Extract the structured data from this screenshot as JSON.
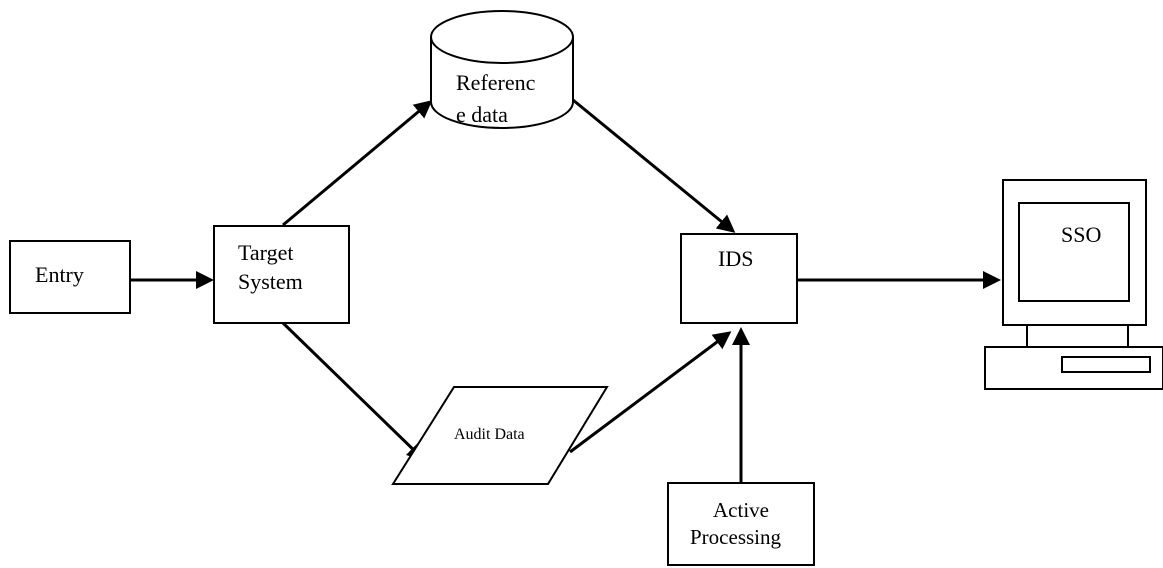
{
  "diagram": {
    "nodes": {
      "entry": {
        "label": "Entry"
      },
      "target_system": {
        "line1": "Target",
        "line2": "System"
      },
      "reference_data": {
        "line1": "Referenc",
        "line2": "e data"
      },
      "audit_data": {
        "label": "Audit Data"
      },
      "ids": {
        "label": "IDS"
      },
      "active_processing": {
        "line1": "Active",
        "line2": "Processing"
      },
      "sso": {
        "label": "SSO"
      }
    },
    "edges": [
      {
        "from": "Entry",
        "to": "Target System"
      },
      {
        "from": "Target System",
        "to": "Reference data"
      },
      {
        "from": "Target System",
        "to": "Audit Data"
      },
      {
        "from": "Reference data",
        "to": "IDS"
      },
      {
        "from": "Audit Data",
        "to": "IDS"
      },
      {
        "from": "Active Processing",
        "to": "IDS"
      },
      {
        "from": "IDS",
        "to": "SSO"
      }
    ]
  }
}
